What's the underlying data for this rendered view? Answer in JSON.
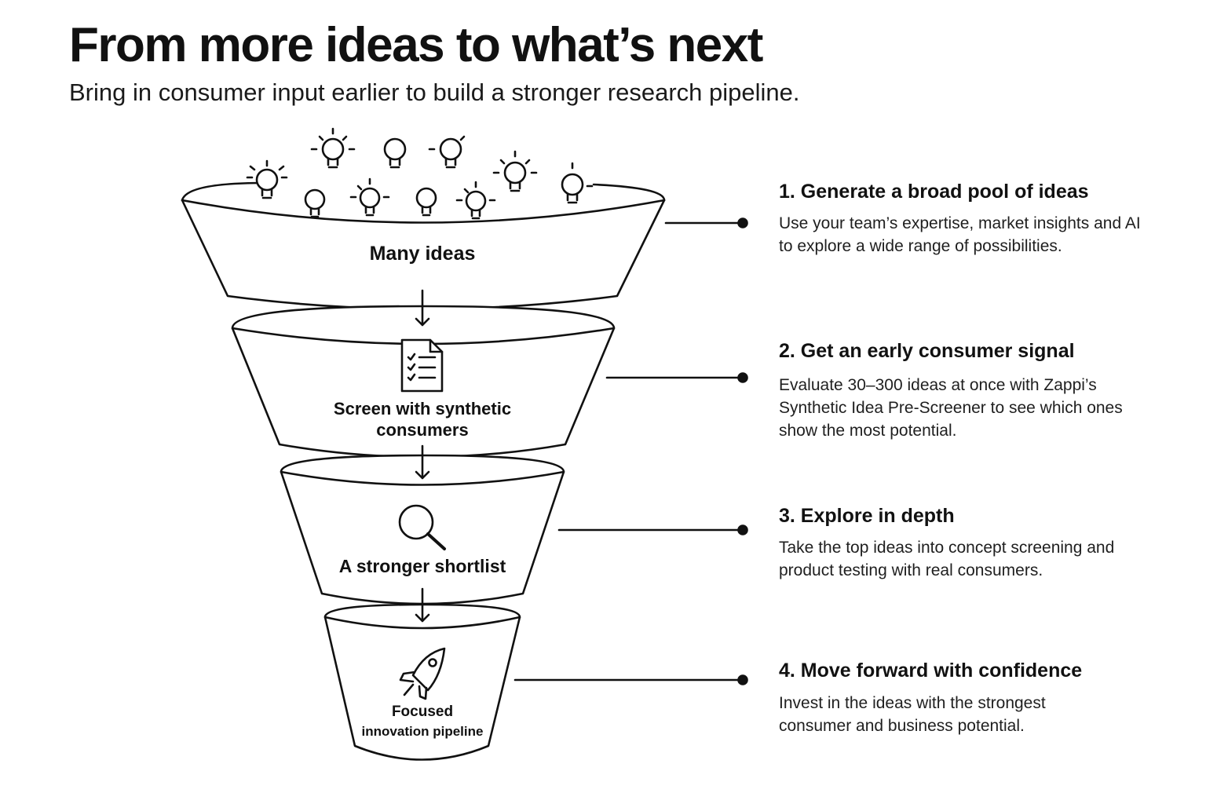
{
  "header": {
    "title": "From more ideas to what’s next",
    "subtitle": "Bring in consumer input earlier to build a stronger research pipeline."
  },
  "funnel": {
    "stages": [
      {
        "label": "Many ideas",
        "icon": "lightbulb-icon"
      },
      {
        "label": "Screen with synthetic consumers",
        "icon": "checklist-document-icon"
      },
      {
        "label": "A stronger shortlist",
        "icon": "magnifying-glass-icon"
      },
      {
        "label_line1": "Focused",
        "label_line2": "innovation pipeline",
        "icon": "rocket-icon"
      }
    ]
  },
  "steps": [
    {
      "title": "1. Generate a broad pool of ideas",
      "description": "Use your team’s expertise, market insights and AI to explore a wide range of possibilities."
    },
    {
      "title": "2. Get an early consumer signal",
      "description": "Evaluate 30–300 ideas at once with Zappi’s Synthetic Idea Pre-Screener to see which ones show the most potential."
    },
    {
      "title": "3. Explore in depth",
      "description": "Take the top ideas into concept screening and product testing with real consumers."
    },
    {
      "title": "4. Move forward with confidence",
      "description": "Invest in the ideas with the strongest consumer and business potential."
    }
  ]
}
